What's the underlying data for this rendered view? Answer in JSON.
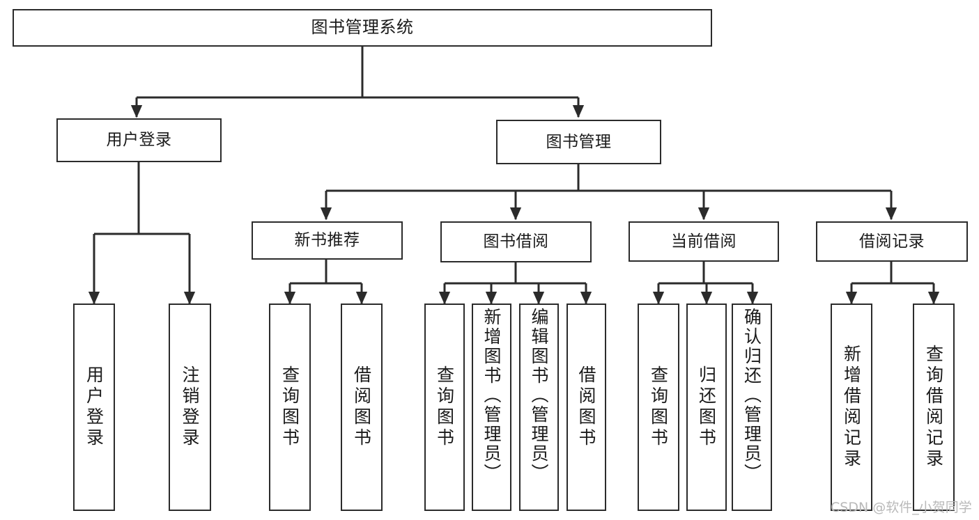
{
  "diagram": {
    "title": "图书管理系统",
    "type": "hierarchy-tree",
    "colors": {
      "stroke": "#2b2b2b",
      "fill": "#ffffff",
      "text": "#1a1a1a",
      "watermark": "#b9b9b9"
    },
    "watermark": "CSDN @软件_小贺同学",
    "levels": [
      {
        "level": 0,
        "nodes": [
          {
            "id": "root",
            "label": "图书管理系统"
          }
        ]
      },
      {
        "level": 1,
        "nodes": [
          {
            "id": "login",
            "label": "用户登录"
          },
          {
            "id": "bookmgmt",
            "label": "图书管理"
          }
        ]
      },
      {
        "level": 2,
        "nodes": [
          {
            "id": "newbook",
            "label": "新书推荐"
          },
          {
            "id": "borrow",
            "label": "图书借阅"
          },
          {
            "id": "current",
            "label": "当前借阅"
          },
          {
            "id": "records",
            "label": "借阅记录"
          }
        ]
      },
      {
        "level": 3,
        "nodes": [
          {
            "id": "leaf-1",
            "label": "用户登录"
          },
          {
            "id": "leaf-2",
            "label": "注销登录"
          },
          {
            "id": "leaf-3",
            "label": "查询图书"
          },
          {
            "id": "leaf-4",
            "label": "借阅图书"
          },
          {
            "id": "leaf-5",
            "label": "查询图书"
          },
          {
            "id": "leaf-6",
            "label": "新增图书（管理员）"
          },
          {
            "id": "leaf-7",
            "label": "编辑图书（管理员）"
          },
          {
            "id": "leaf-8",
            "label": "借阅图书"
          },
          {
            "id": "leaf-9",
            "label": "查询图书"
          },
          {
            "id": "leaf-10",
            "label": "归还图书"
          },
          {
            "id": "leaf-11",
            "label": "确认归还（管理员）"
          },
          {
            "id": "leaf-12",
            "label": "新增借阅记录"
          },
          {
            "id": "leaf-13",
            "label": "查询借阅记录"
          }
        ]
      }
    ],
    "edges": [
      {
        "from": "root",
        "to": "login"
      },
      {
        "from": "root",
        "to": "bookmgmt"
      },
      {
        "from": "login",
        "to": "leaf-1"
      },
      {
        "from": "login",
        "to": "leaf-2"
      },
      {
        "from": "bookmgmt",
        "to": "newbook"
      },
      {
        "from": "bookmgmt",
        "to": "borrow"
      },
      {
        "from": "bookmgmt",
        "to": "current"
      },
      {
        "from": "bookmgmt",
        "to": "records"
      },
      {
        "from": "newbook",
        "to": "leaf-3"
      },
      {
        "from": "newbook",
        "to": "leaf-4"
      },
      {
        "from": "borrow",
        "to": "leaf-5"
      },
      {
        "from": "borrow",
        "to": "leaf-6"
      },
      {
        "from": "borrow",
        "to": "leaf-7"
      },
      {
        "from": "borrow",
        "to": "leaf-8"
      },
      {
        "from": "current",
        "to": "leaf-9"
      },
      {
        "from": "current",
        "to": "leaf-10"
      },
      {
        "from": "current",
        "to": "leaf-11"
      },
      {
        "from": "records",
        "to": "leaf-12"
      },
      {
        "from": "records",
        "to": "leaf-13"
      }
    ]
  }
}
